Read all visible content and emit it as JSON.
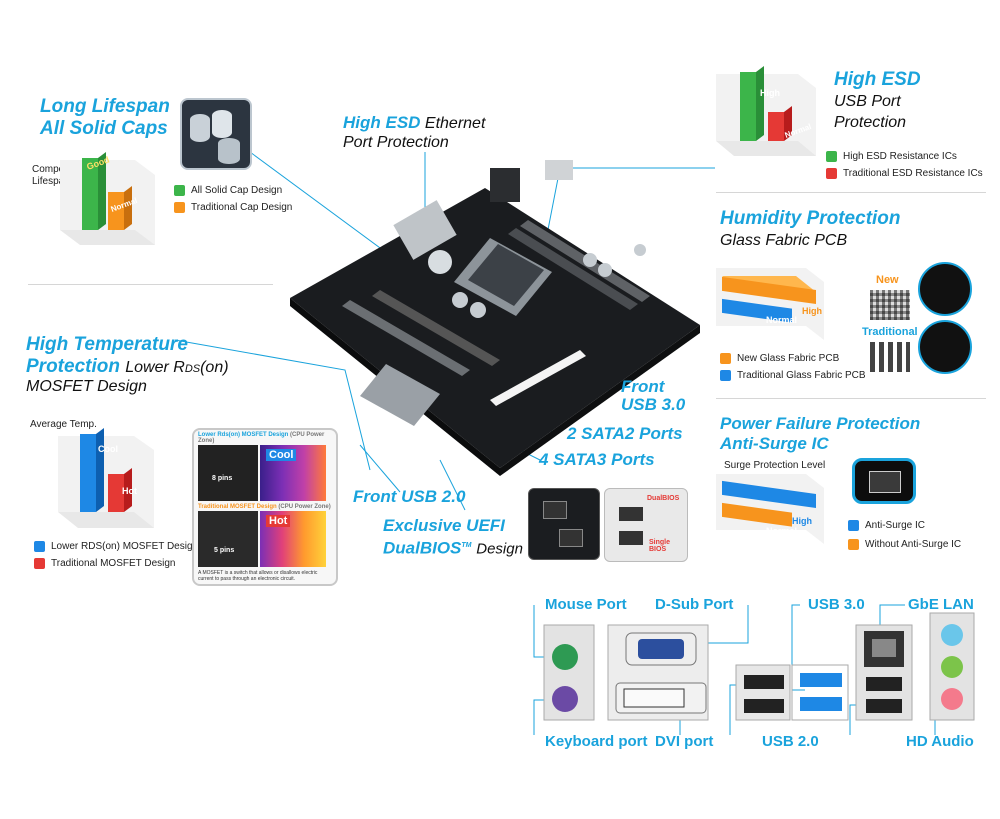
{
  "colors": {
    "accent": "#1aa3dc",
    "green": "#3cb54a",
    "orange": "#f7941d",
    "red": "#e53935",
    "blue": "#1e88e5"
  },
  "caps": {
    "title1": "Long Lifespan",
    "title2": "All Solid Caps",
    "axis1": "Component",
    "axis2": "Lifespan",
    "bar_high": "Good",
    "bar_low": "Normal",
    "legend": [
      "All Solid Cap Design",
      "Traditional Cap Design"
    ]
  },
  "esd_eth": {
    "title": "High ESD",
    "sub1": "Ethernet",
    "sub2": "Port Protection"
  },
  "esd_usb": {
    "title": "High ESD",
    "sub1": "USB Port",
    "sub2": "Protection",
    "bar_high": "High",
    "bar_low": "Normal",
    "legend": [
      "High ESD Resistance ICs",
      "Traditional ESD Resistance ICs"
    ]
  },
  "humidity": {
    "title": "Humidity Protection",
    "sub": "Glass Fabric PCB",
    "bar_high": "High",
    "bar_low": "Normal",
    "tag_new": "New",
    "tag_trad": "Traditional",
    "legend": [
      "New Glass Fabric PCB",
      "Traditional Glass Fabric PCB"
    ]
  },
  "temp": {
    "title1": "High Temperature",
    "title2": "Protection",
    "sub1": "Lower R",
    "sub1b": "DS",
    "sub1c": "(on)",
    "sub2": "MOSFET Design",
    "axis": "Average Temp.",
    "bar_high": "Hot",
    "bar_low": "Cool",
    "legend": [
      "Lower RDS(on) MOSFET Design",
      "Traditional MOSFET Design"
    ],
    "inset_top": "Lower Rds(on) MOSFET Design",
    "inset_top_note": "(CPU Power Zone)",
    "inset_bottom": "Traditional MOSFET Design",
    "inset_bottom_note": "(CPU Power Zone)",
    "cool": "Cool",
    "hot": "Hot",
    "pins8": "8 pins",
    "pins5": "5 pins",
    "caption": "A MOSFET is a switch that allows or disallows electric current to pass through an electronic circuit."
  },
  "power": {
    "title1": "Power Failure Protection",
    "title2": "Anti-Surge IC",
    "axis": "Surge Protection Level",
    "bar_high": "High",
    "bar_low": "Normal",
    "legend": [
      "Anti-Surge IC",
      "Without Anti-Surge IC"
    ]
  },
  "callouts": {
    "front_usb3_1": "Front",
    "front_usb3_2": "USB 3.0",
    "sata2": "2 SATA2 Ports",
    "sata3": "4 SATA3 Ports",
    "front_usb2": "Front USB 2.0",
    "uefi1": "Exclusive UEFI",
    "uefi2": "DualBIOS",
    "uefi_tm": "TM",
    "uefi3": "Design",
    "dualbios_tag": "DualBIOS",
    "single_tag": "Single BIOS"
  },
  "io": {
    "mouse": "Mouse Port",
    "dsub": "D-Sub Port",
    "usb3": "USB 3.0",
    "lan": "GbE LAN",
    "keyboard": "Keyboard port",
    "dvi": "DVI port",
    "usb2": "USB 2.0",
    "audio": "HD Audio"
  }
}
